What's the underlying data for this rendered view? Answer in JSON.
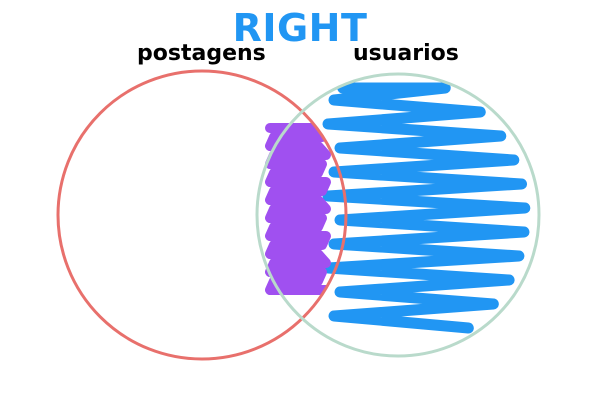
{
  "diagram": {
    "title": "RIGHT",
    "sets": [
      {
        "name": "postagens",
        "color": "#e8706c"
      },
      {
        "name": "usuarios",
        "color": "#b9dacb"
      }
    ],
    "highlight": {
      "right_only_color": "#2196f3",
      "intersection_color": "#a050f0"
    },
    "title_color": "#2196f3"
  }
}
